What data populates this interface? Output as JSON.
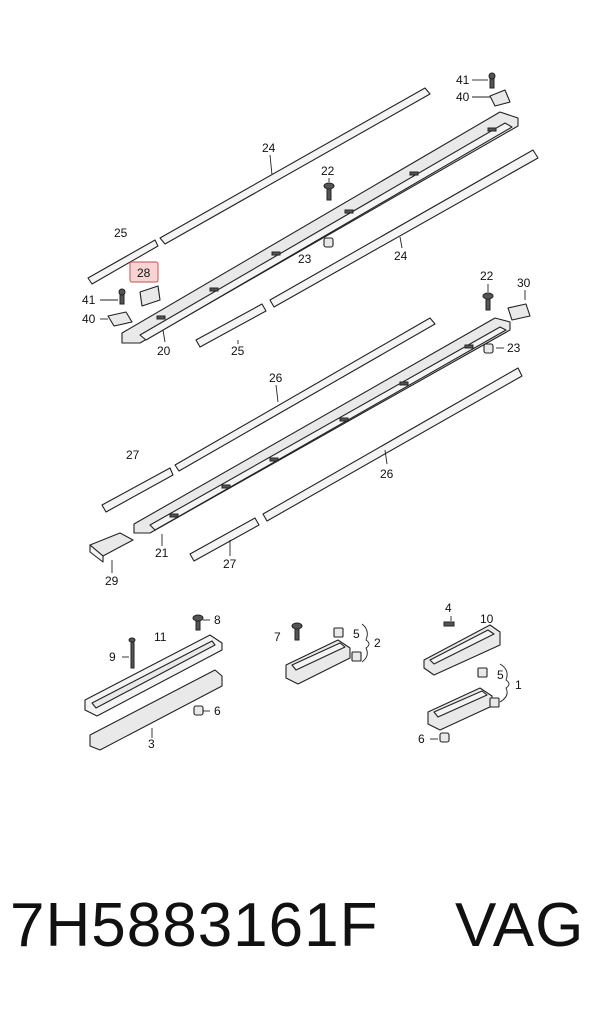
{
  "callouts": {
    "c41a": "41",
    "c40a": "40",
    "c24a": "24",
    "c22a": "22",
    "c23a": "23",
    "c24b": "24",
    "c25a": "25",
    "c28": "28",
    "c41b": "41",
    "c40b": "40",
    "c20": "20",
    "c25b": "25",
    "c22b": "22",
    "c30": "30",
    "c23b": "23",
    "c26a": "26",
    "c27a": "27",
    "c26b": "26",
    "c21": "21",
    "c27b": "27",
    "c29": "29",
    "c8": "8",
    "c11": "11",
    "c9": "9",
    "c6a": "6",
    "c3": "3",
    "c7": "7",
    "c5a": "5",
    "c2": "2",
    "c4": "4",
    "c10": "10",
    "c5b": "5",
    "c1": "1",
    "c6b": "6"
  },
  "highlight_color": "#f6d4d4",
  "footer": {
    "part_number": "7H5883161F",
    "brand": "VAG"
  }
}
